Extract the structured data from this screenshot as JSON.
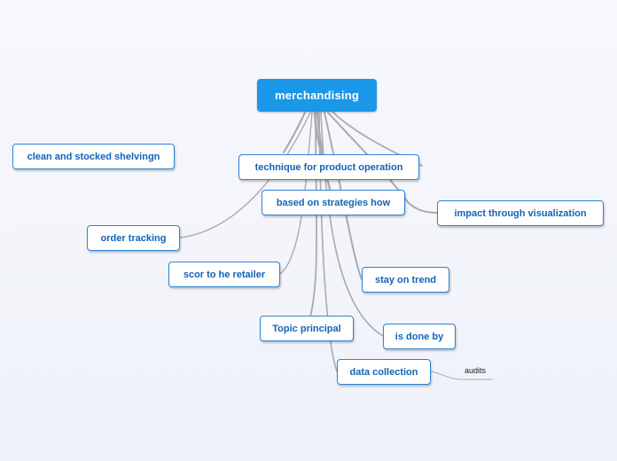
{
  "map": {
    "root": "merchandising",
    "topics": {
      "clean_shelving": "clean and stocked shelvingn",
      "technique": "technique for product operation",
      "strategies": "based on strategies how",
      "impact": "impact  through visualization",
      "order_tracking": "order tracking",
      "scor": "scor to he retailer",
      "stay_on_trend": "stay on trend",
      "topic_principal": "Topic principal",
      "is_done_by": "is done by",
      "data_collection": "data collection"
    },
    "subtopics": {
      "audits": "audits"
    }
  },
  "colors": {
    "root_fill": "#1b97e8",
    "node_border": "#2b83d6",
    "node_text": "#1363b8",
    "connector": "#a9abb0"
  }
}
